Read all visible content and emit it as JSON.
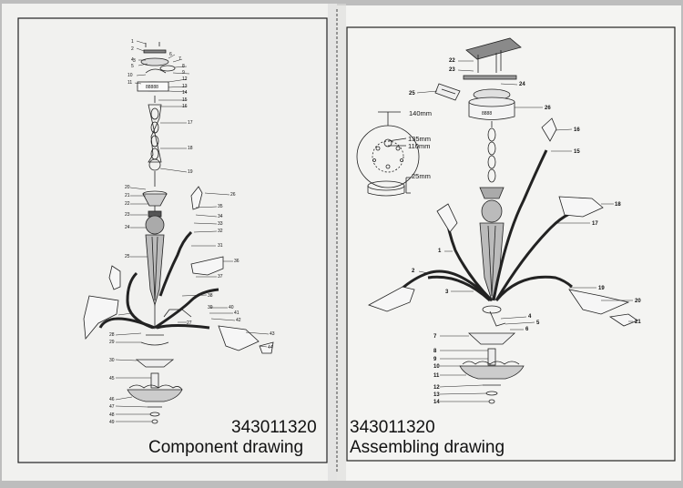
{
  "left_page": {
    "model_number": "343011320",
    "title": "Component drawing",
    "callouts": [
      "1",
      "2",
      "3",
      "4",
      "5",
      "6",
      "7",
      "8",
      "9",
      "10",
      "11",
      "12",
      "13",
      "14",
      "15",
      "16",
      "17",
      "18",
      "19",
      "20",
      "21",
      "22",
      "23",
      "24",
      "25",
      "26",
      "27",
      "28",
      "29",
      "30",
      "31",
      "32",
      "33",
      "34",
      "35",
      "36",
      "37",
      "38",
      "39",
      "40",
      "41",
      "42",
      "43",
      "44",
      "45",
      "46",
      "47",
      "48",
      "49"
    ]
  },
  "right_page": {
    "model_number": "343011320",
    "title": "Assembling drawing",
    "callouts": [
      "1",
      "2",
      "3",
      "4",
      "5",
      "6",
      "7",
      "8",
      "9",
      "10",
      "11",
      "12",
      "13",
      "14",
      "15",
      "16",
      "17",
      "18",
      "19",
      "20",
      "21",
      "22",
      "23",
      "24",
      "25",
      "26"
    ],
    "dimensions": [
      "140mm",
      "135mm",
      "110mm",
      "25mm"
    ]
  }
}
